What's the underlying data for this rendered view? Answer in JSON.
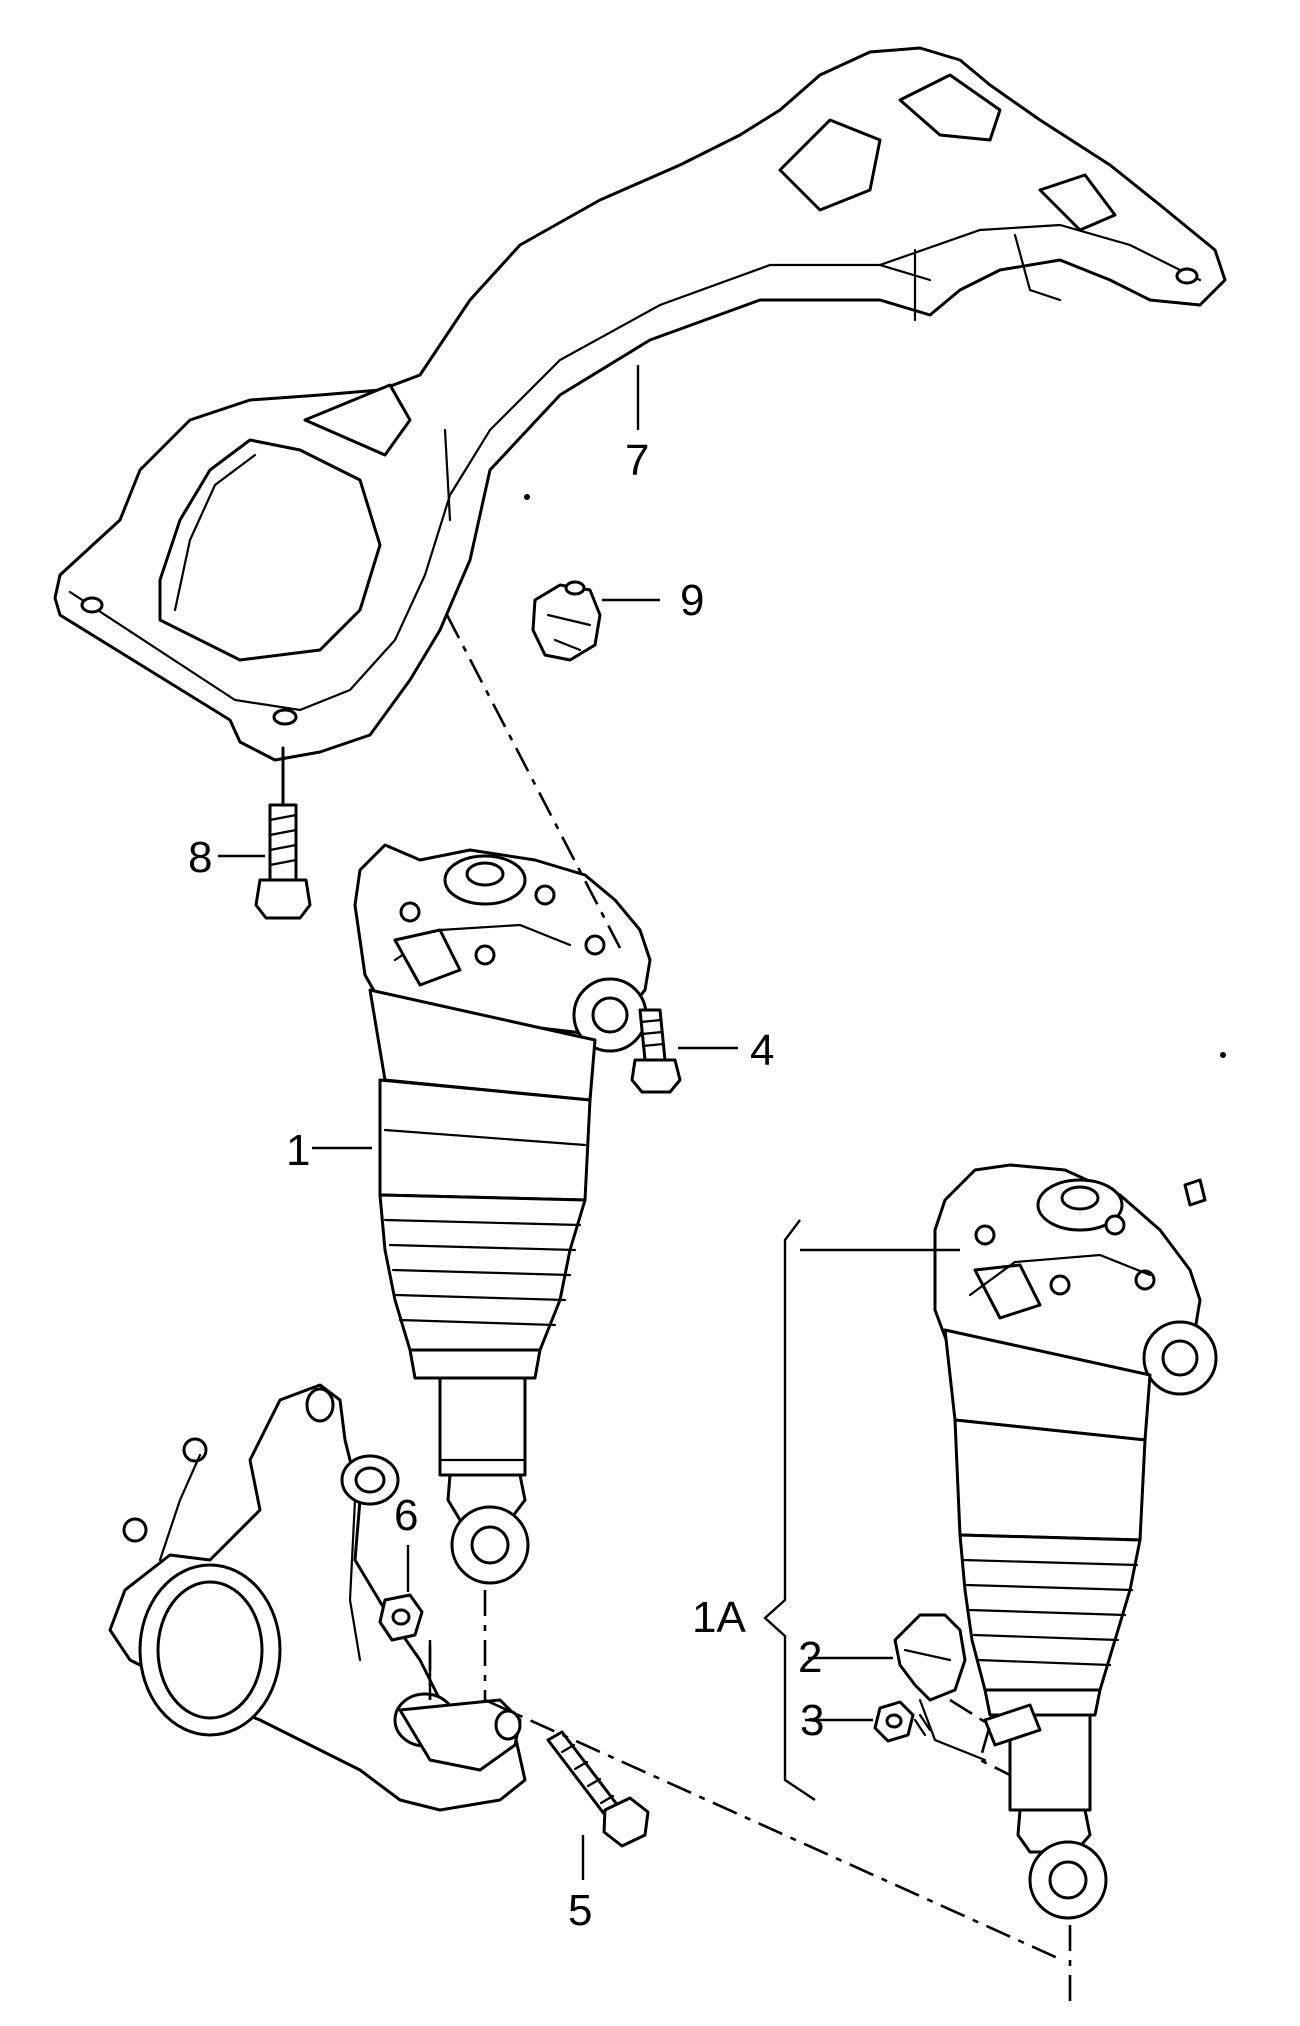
{
  "callouts": {
    "c7": "7",
    "c9": "9",
    "c8": "8",
    "c4": "4",
    "c1": "1",
    "c6": "6",
    "c1a": "1A",
    "c2": "2",
    "c3": "3",
    "c5": "5"
  }
}
